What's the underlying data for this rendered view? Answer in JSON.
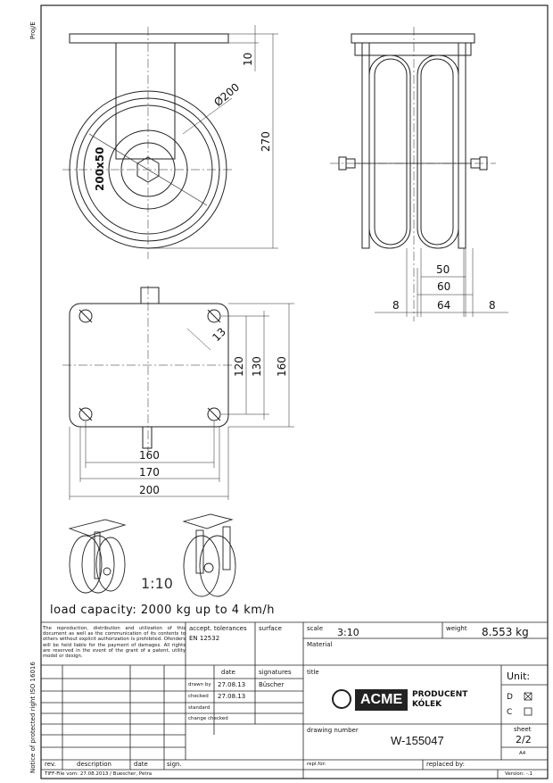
{
  "side_margin": {
    "top_label": "Proj/E",
    "bottom_label": "Notice of protected right ISO 16016"
  },
  "dimensions": {
    "flange_thickness": "10",
    "wheel_diameter": "Ø200",
    "wheel_label": "200x50",
    "overall_height": "270",
    "wheel_width": "50",
    "hub_width": "60",
    "total_width": "64",
    "left_offset": "8",
    "right_offset": "8",
    "hole_diameter": "13",
    "hole_spacing_v1": "120",
    "hole_spacing_v2": "130",
    "plate_height": "160",
    "hole_spacing_h1": "160",
    "hole_spacing_h2": "170",
    "plate_width": "200"
  },
  "preview_scale": "1:10",
  "load_capacity": "load capacity: 2000 kg up to 4 km/h",
  "title_block": {
    "notice": "The reproduction, distribution and utilization of this document as well as the communication of its contents to others without explicit authorization is prohibited. Ofenders will be held liable for the payment of damages. All rights are reserved in the event of the grant of a patent, utility model or design.",
    "accept_tolerances_label": "accept. tolerances",
    "accept_tolerances_value": "EN 12532",
    "surface_label": "surface",
    "scale_label": "scale",
    "scale_value": "3:10",
    "weight_label": "weight",
    "weight_value": "8.553 kg",
    "material_label": "Material",
    "date_header": "date",
    "signatures_header": "signatures",
    "drawn_by_label": "drawn by",
    "drawn_by_date": "27.08.13",
    "drawn_by_sig": "Büscher",
    "checked_label": "checked",
    "checked_date": "27.08.13",
    "standard_label": "standard",
    "change_checked_label": "change checked",
    "title_label": "title",
    "logo_text": "ACME",
    "logo_sub1": "PRODUCENT",
    "logo_sub2": "KÓLEK",
    "unit_label": "Unit:",
    "unit_d": "D",
    "unit_c": "C",
    "drawing_number_label": "drawing number",
    "drawing_number": "W-155047",
    "sheet_label": "sheet",
    "sheet_value": "2/2",
    "paper_size": "A4",
    "rev_label": "rev.",
    "description_label": "description",
    "date_label": "date",
    "sign_label": "sign.",
    "repl_for_label": "repl.for:",
    "replaced_by_label": "replaced by:",
    "footer_file": "TIFF-File vom: 27.08.2013 / Buescher, Petra",
    "version": "Version: -.1"
  }
}
